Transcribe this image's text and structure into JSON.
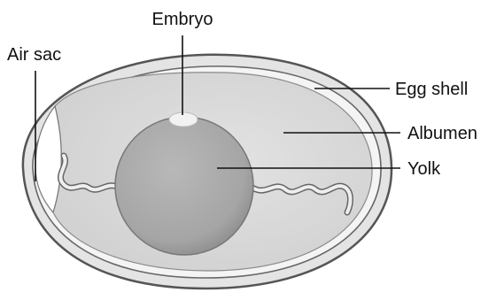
{
  "labels": {
    "embryo": "Embryo",
    "air_sac": "Air sac",
    "egg_shell": "Egg shell",
    "albumen": "Albumen",
    "yolk": "Yolk"
  },
  "colors": {
    "shell_outline": "#555555",
    "shell_fill": "#e6e6e6",
    "albumen_fill": "#d6d6d6",
    "yolk_fill": "#a9a9a9",
    "embryo_spot": "#f2f2f2",
    "chalaza": "#eeeeee",
    "text": "#111111"
  }
}
